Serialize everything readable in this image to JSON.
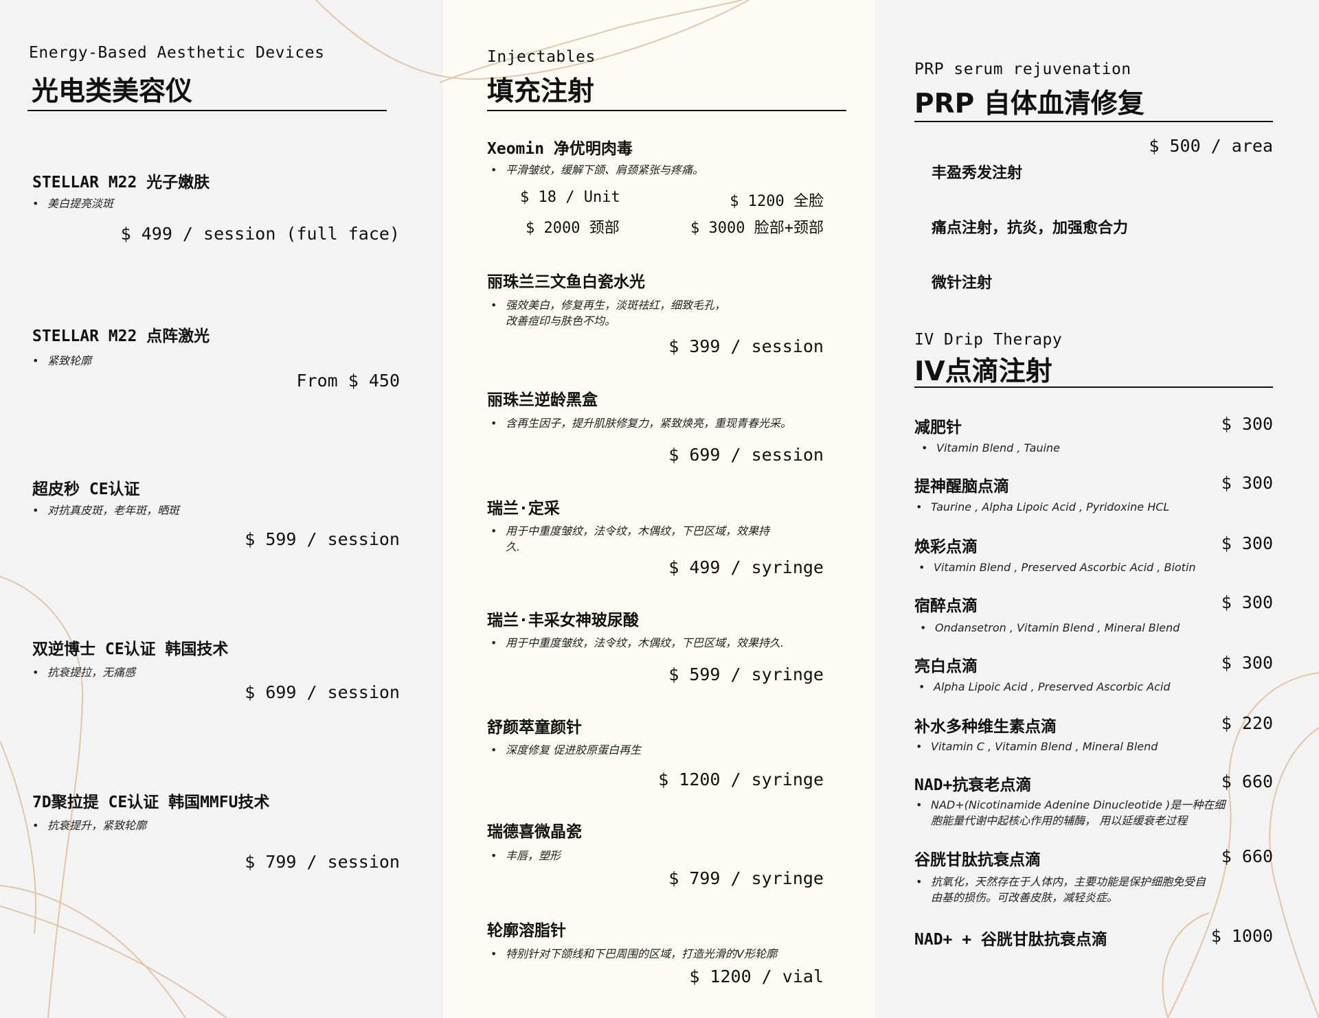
{
  "left": {
    "title_en": "Energy-Based Aesthetic Devices",
    "title_cn": "光电类美容仪",
    "items": [
      {
        "title": "STELLAR M22 光子嫩肤",
        "desc": "美白提亮淡斑",
        "price": "$ 499 / session (full face)"
      },
      {
        "title": "STELLAR M22 点阵激光",
        "desc": "紧致轮廓",
        "price": "From $ 450"
      },
      {
        "title": "超皮秒 CE认证",
        "desc": "对抗真皮斑，老年斑，晒斑",
        "price": "$ 599 / session"
      },
      {
        "title": "双逆博士 CE认证 韩国技术",
        "desc": "抗衰提拉，无痛感",
        "price": "$ 699 / session"
      },
      {
        "title": "7D聚拉提 CE认证 韩国MMFU技术",
        "desc": "抗衰提升，紧致轮廓",
        "price": "$ 799 / session"
      }
    ]
  },
  "middle": {
    "title_en": "Injectables",
    "title_cn": "填充注射",
    "xeomin": {
      "title": "Xeomin 净优明肉毒",
      "desc": "平滑皱纹，缓解下颌、肩颈紧张与疼痛。",
      "prices": [
        "$ 18 / Unit",
        "$ 1200 全脸",
        "$ 2000 颈部",
        "$ 3000 脸部+颈部"
      ]
    },
    "items": [
      {
        "title": "丽珠兰三文鱼白瓷水光",
        "desc_lines": [
          "强效美白，修复再生，淡斑祛红，细致毛孔，",
          "改善痘印与肤色不均。"
        ],
        "price": "$ 399 / session"
      },
      {
        "title": "丽珠兰逆龄黑盒",
        "desc_lines": [
          "含再生因子，提升肌肤修复力，紧致焕亮，重现青春光采。"
        ],
        "price": "$ 699 / session"
      },
      {
        "title": "瑞兰·定采",
        "desc_lines": [
          "用于中重度皱纹，法令纹，木偶纹，下巴区域，效果持",
          "久."
        ],
        "price": "$ 499 / syringe"
      },
      {
        "title": "瑞兰·丰采女神玻尿酸",
        "desc_lines": [
          "用于中重度皱纹，法令纹，木偶纹，下巴区域，效果持久."
        ],
        "price": "$ 599 / syringe"
      },
      {
        "title": "舒颜萃童颜针",
        "desc_lines": [
          "深度修复 促进胶原蛋白再生"
        ],
        "price": "$ 1200 / syringe"
      },
      {
        "title": "瑞德喜微晶瓷",
        "desc_lines": [
          "丰唇，塑形"
        ],
        "price": "$ 799 / syringe"
      },
      {
        "title": "轮廓溶脂针",
        "desc_lines": [
          "特别针对下颌线和下巴周围的区域，打造光滑的V形轮廓"
        ],
        "price": "$ 1200 / vial"
      }
    ]
  },
  "right": {
    "prp": {
      "title_en": "PRP serum rejuvenation",
      "title_cn": "PRP 自体血清修复",
      "price": "$ 500 / area",
      "items": [
        "丰盈秀发注射",
        "痛点注射，抗炎，加强愈合力",
        "微针注射"
      ]
    },
    "iv": {
      "title_en": "IV Drip Therapy",
      "title_cn": "IV点滴注射",
      "items": [
        {
          "title": "减肥针",
          "price": "$ 300",
          "desc_lines": [
            "Vitamin Blend , Tauine"
          ]
        },
        {
          "title": "提神醒脑点滴",
          "price": "$ 300",
          "desc_lines": [
            "Taurine , Alpha Lipoic Acid , Pyridoxine HCL"
          ]
        },
        {
          "title": "焕彩点滴",
          "price": "$ 300",
          "desc_lines": [
            "Vitamin Blend , Preserved Ascorbic Acid , Biotin"
          ]
        },
        {
          "title": "宿醉点滴",
          "price": "$ 300",
          "desc_lines": [
            "Ondansetron , Vitamin Blend , Mineral Blend"
          ]
        },
        {
          "title": "亮白点滴",
          "price": "$ 300",
          "desc_lines": [
            "Alpha Lipoic Acid , Preserved Ascorbic Acid"
          ]
        },
        {
          "title": "补水多种维生素点滴",
          "price": "$ 220",
          "desc_lines": [
            "Vitamin C , Vitamin Blend , Mineral Blend"
          ]
        },
        {
          "title": "NAD+抗衰老点滴",
          "price": "$ 660",
          "desc_lines": [
            "NAD+(Nicotinamide Adenine Dinucleotide )是一种在细",
            "胞能量代谢中起核心作用的辅酶， 用以延缓衰老过程"
          ]
        },
        {
          "title": "谷胱甘肽抗衰点滴",
          "price": "$ 660",
          "desc_lines": [
            "抗氧化，天然存在于人体内，主要功能是保护细胞免受自",
            "由基的损伤。可改善皮肤，减轻炎症。"
          ]
        },
        {
          "title": "NAD+ + 谷胱甘肽抗衰点滴",
          "price": "$ 1000",
          "desc_lines": []
        }
      ]
    }
  }
}
